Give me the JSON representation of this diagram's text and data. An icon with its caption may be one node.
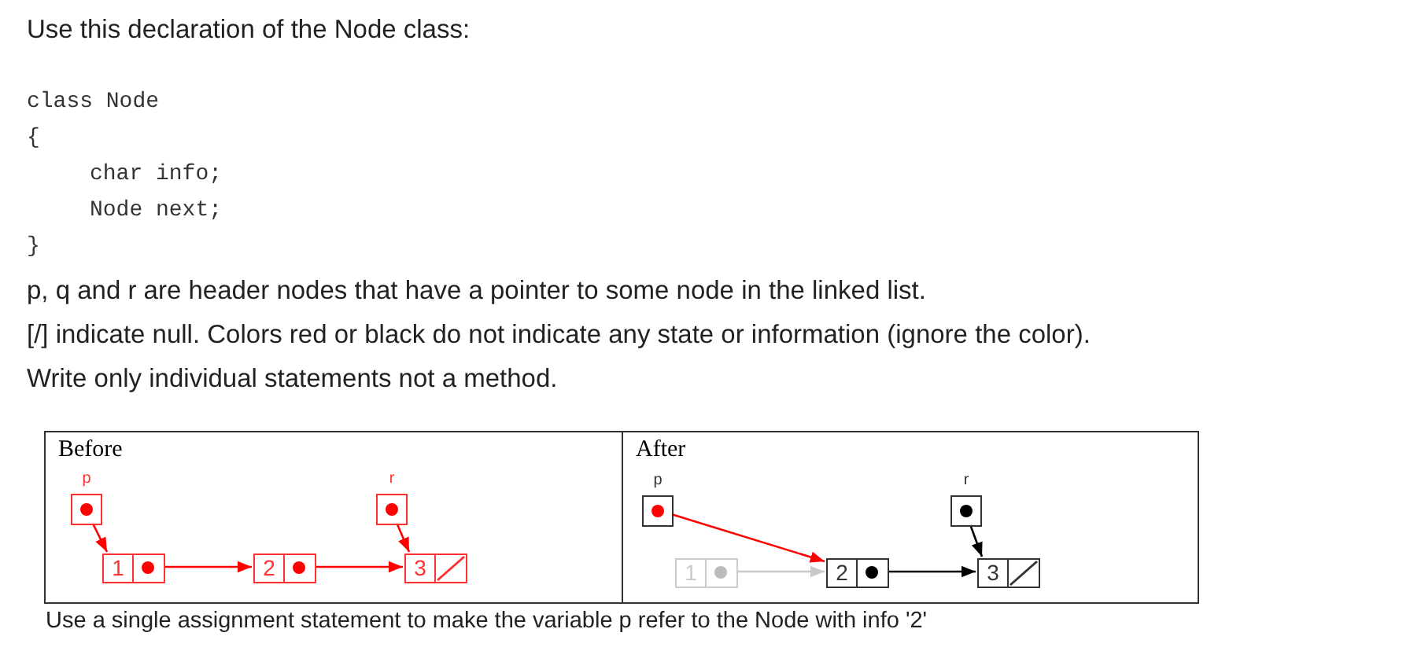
{
  "diagram": {
    "nodes": [
      {
        "text": [
          "Before"
        ]
      },
      {
        "text": [
          "p"
        ],
        "in": 0
      },
      {
        "text": [
          "r"
        ],
        "in": 0
      },
      {
        "text": [
          "1"
        ],
        "in": 0
      },
      {
        "text": [
          "2"
        ],
        "in": 0
      },
      {
        "text": [
          "3"
        ],
        "in": 0
      },
      {
        "text": [
          "After"
        ]
      },
      {
        "text": [
          "p"
        ],
        "in": 6
      },
      {
        "text": [
          "r"
        ],
        "in": 6
      },
      {
        "text": [
          "1"
        ],
        "in": 6
      },
      {
        "text": [
          "2"
        ],
        "in": 6
      },
      {
        "text": [
          "3"
        ],
        "in": 6
      }
    ],
    "edges": [
      {
        "from": 1,
        "to": 3,
        "arrow": "to"
      },
      {
        "from": 3,
        "to": 4,
        "arrow": "to"
      },
      {
        "from": 4,
        "to": 5,
        "arrow": "to"
      },
      {
        "from": 2,
        "to": 5,
        "arrow": "to"
      },
      {
        "from": 7,
        "to": 10,
        "arrow": "to"
      },
      {
        "from": 9,
        "to": 10,
        "arrow": "to",
        "color": "#c8c8c8"
      },
      {
        "from": 10,
        "to": 11,
        "arrow": "to",
        "color": "#000000"
      },
      {
        "from": 8,
        "to": 11,
        "arrow": "to",
        "color": "#000000"
      }
    ],
    "labels": [
      "Use this declaration of the Node class:",
      "class Node",
      "{",
      "char info;",
      "Node next;",
      "}",
      "p, q and r are header nodes that have a pointer to some node in the linked list.",
      "[/] indicate null. Colors red or black do not indicate any state or information (ignore the color).",
      "Write only individual statements not a method."
    ],
    "caption": "Use a single assignment statement to make the variable p refer to the Node with info '2'"
  }
}
